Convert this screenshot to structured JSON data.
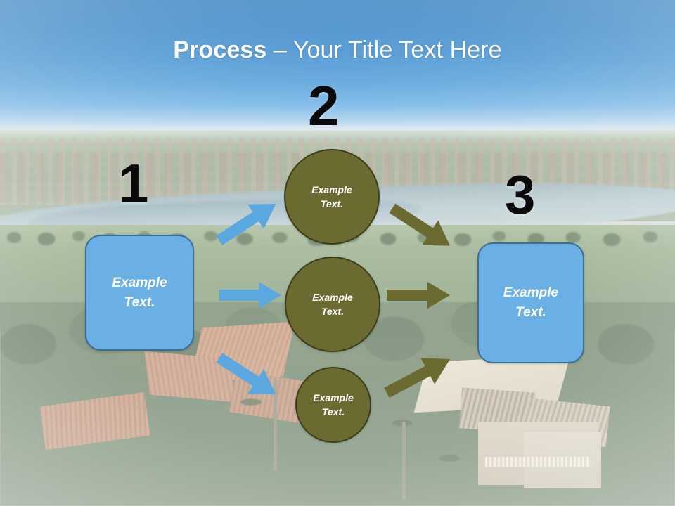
{
  "slide": {
    "title_bold": "Process",
    "title_rest": " – Your Title Text Here",
    "background_description": "aerial photo of suburban golf community with lake and tile-roof houses"
  },
  "colors": {
    "title_text": "#ffffff",
    "sky_top": "#2a7ac2",
    "sky_horizon": "#e6eced",
    "box_fill": "#6bb0e4",
    "box_border": "#3b6e93",
    "circle_fill": "#6b6b31",
    "circle_border": "#3e3e1b",
    "blue_arrow": "#5ba7e0",
    "olive_arrow": "#6b6b31",
    "number_text": "#0a0a0a"
  },
  "steps": [
    {
      "number": "1"
    },
    {
      "number": "2"
    },
    {
      "number": "3"
    }
  ],
  "nodes": {
    "box_left": {
      "line1": "Example",
      "line2": "Text."
    },
    "circle_top": {
      "line1": "Example",
      "line2": "Text."
    },
    "circle_mid": {
      "line1": "Example",
      "line2": "Text."
    },
    "circle_bot": {
      "line1": "Example",
      "line2": "Text."
    },
    "box_right": {
      "line1": "Example",
      "line2": "Text."
    }
  },
  "arrows": [
    {
      "name": "blue-arrow-up",
      "from": "box_left",
      "to": "circle_top",
      "color": "#5ba7e0",
      "direction": "up-right"
    },
    {
      "name": "blue-arrow-middle",
      "from": "box_left",
      "to": "circle_mid",
      "color": "#5ba7e0",
      "direction": "right"
    },
    {
      "name": "blue-arrow-down",
      "from": "box_left",
      "to": "circle_bot",
      "color": "#5ba7e0",
      "direction": "down-right"
    },
    {
      "name": "olive-arrow-down",
      "from": "circle_top",
      "to": "box_right",
      "color": "#6b6b31",
      "direction": "down-right"
    },
    {
      "name": "olive-arrow-middle",
      "from": "circle_mid",
      "to": "box_right",
      "color": "#6b6b31",
      "direction": "right"
    },
    {
      "name": "olive-arrow-up",
      "from": "circle_bot",
      "to": "box_right",
      "color": "#6b6b31",
      "direction": "up-right"
    }
  ]
}
